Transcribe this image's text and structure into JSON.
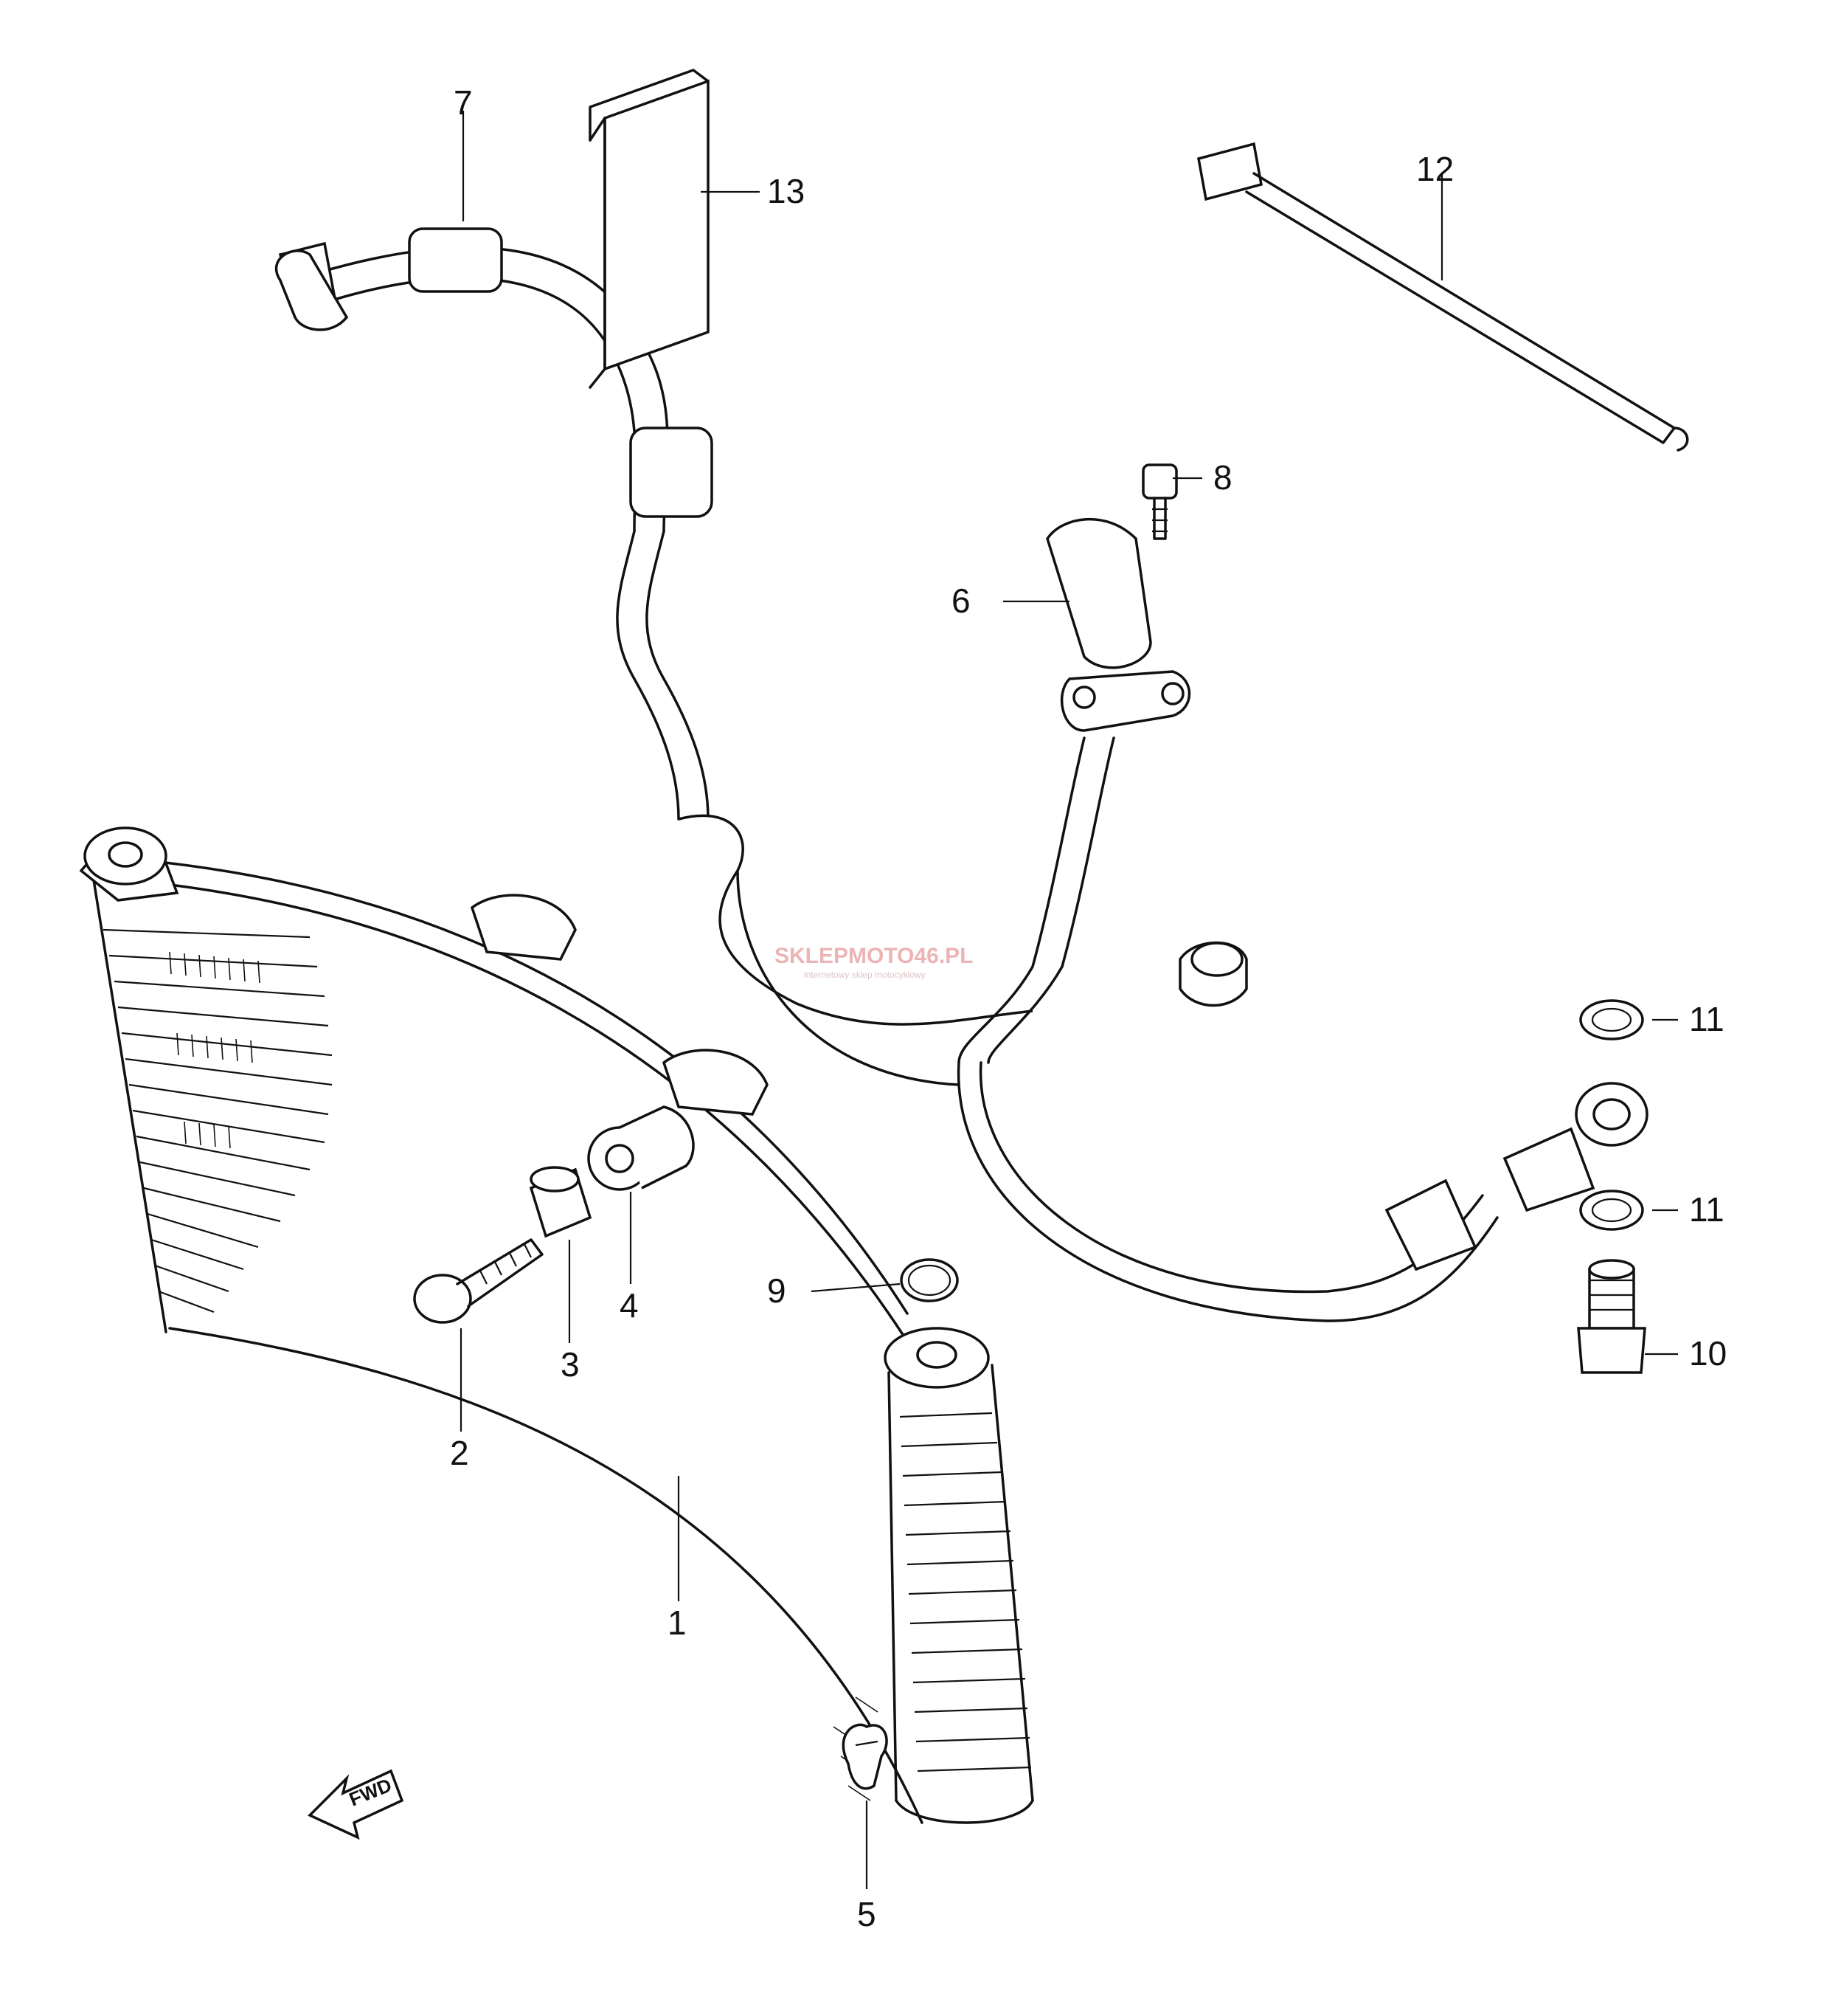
{
  "diagram": {
    "callouts": [
      "1",
      "2",
      "3",
      "4",
      "5",
      "6",
      "7",
      "8",
      "9",
      "10",
      "11",
      "11",
      "12",
      "13"
    ],
    "fwd_label": "FWD",
    "watermark": {
      "text": "SKLEPMOTO46.PL",
      "subtext": "internetowy sklep motocyklowy"
    }
  }
}
